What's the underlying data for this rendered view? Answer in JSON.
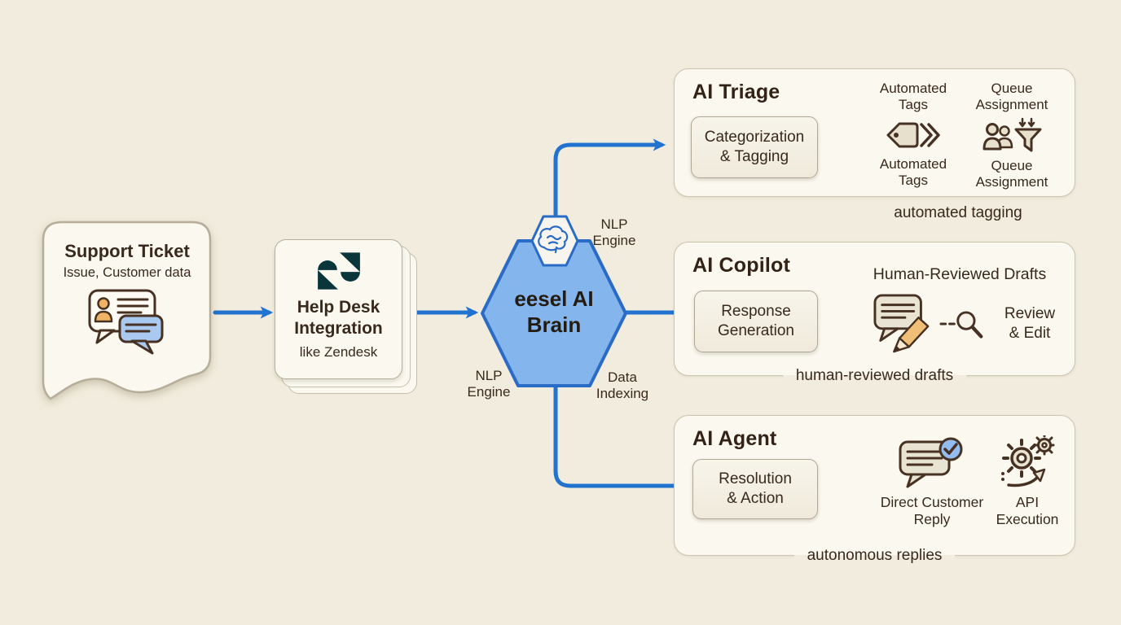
{
  "colors": {
    "bg": "#f1ecdd",
    "box-bg": "#faf8ef",
    "box-border": "#ccc3b1",
    "inner-bg": "#f4f0e3",
    "inner-border": "#b0a795",
    "ink": "#39291c",
    "icon-ink": "#463122",
    "accent": "#2273cf",
    "hex-fill": "#84b5ec",
    "hex-border": "#2a6bc5",
    "beige": "#e7e0cd",
    "orange": "#f0b264",
    "bubble-blue": "#a9c9f0",
    "zendesk": "#0a363b"
  },
  "support_ticket": {
    "title": "Support Ticket",
    "subtitle": "Issue, Customer data",
    "icon": "chat-bubbles-icon"
  },
  "helpdesk": {
    "title": "Help Desk\nIntegration",
    "subtitle": "like Zendesk",
    "icon": "zendesk-logo-icon"
  },
  "brain": {
    "title": "eesel AI\nBrain",
    "badge_icon": "brain-icon",
    "label_top_right": "NLP\nEngine",
    "label_bottom_left": "NLP\nEngine",
    "label_bottom_right": "Data\nIndexing"
  },
  "triage": {
    "title": "AI Triage",
    "process": "Categorization\n& Tagging",
    "tags_label_top": "Automated\nTags",
    "tags_label_bottom": "Automated\nTags",
    "tags_icon": "tags-icon",
    "queue_label_top": "Queue\nAssignment",
    "queue_label_bottom": "Queue\nAssignment",
    "queue_icon": "queue-filter-icon",
    "caption": "automated tagging"
  },
  "copilot": {
    "title": "AI Copilot",
    "process": "Response\nGeneration",
    "heading": "Human-Reviewed Drafts",
    "draft_icon": "draft-pencil-icon",
    "review_icon": "magnifier-icon",
    "review_label": "Review\n& Edit",
    "caption": "human-reviewed drafts"
  },
  "agent": {
    "title": "AI Agent",
    "process": "Resolution\n& Action",
    "reply_icon": "reply-check-icon",
    "reply_label": "Direct Customer\nReply",
    "api_icon": "gears-icon",
    "api_label": "API\nExecution",
    "caption": "autonomous replies"
  }
}
